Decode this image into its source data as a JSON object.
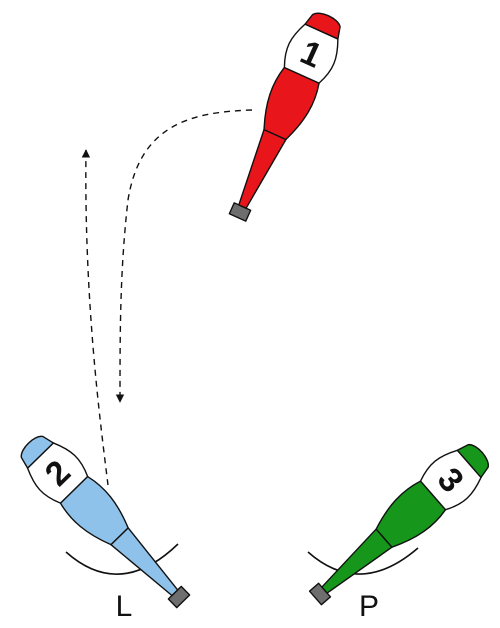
{
  "colors": {
    "club_1": "#e8161b",
    "club_2": "#8ec2ea",
    "club_3": "#16961b",
    "knob": "#6e6e6e",
    "outline": "#111111"
  },
  "clubs": [
    {
      "number": "1",
      "color_name": "red"
    },
    {
      "number": "2",
      "color_name": "light-blue"
    },
    {
      "number": "3",
      "color_name": "green"
    }
  ],
  "hands": {
    "left_label": "L",
    "right_label": "P"
  }
}
